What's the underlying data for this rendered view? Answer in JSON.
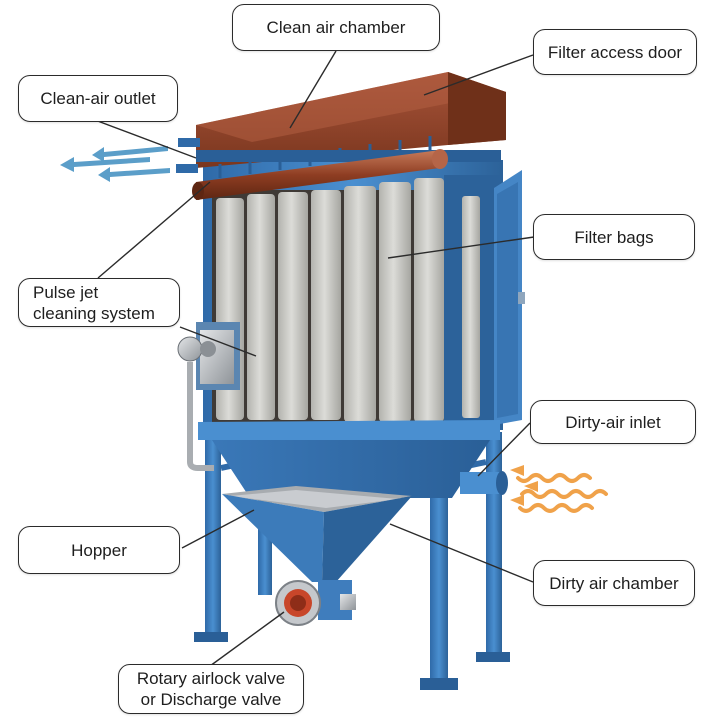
{
  "labels": {
    "clean_air_chamber": "Clean air chamber",
    "filter_access_door": "Filter access door",
    "clean_air_outlet": "Clean-air outlet",
    "filter_bags": "Filter bags",
    "pulse_jet_line1": "Pulse jet",
    "pulse_jet_line2": "cleaning system",
    "dirty_air_inlet": "Dirty-air inlet",
    "hopper": "Hopper",
    "dirty_air_chamber": "Dirty air chamber",
    "rotary_line1": "Rotary airlock valve",
    "rotary_line2": "or Discharge valve"
  },
  "colors": {
    "frame_blue": "#3d7fc0",
    "frame_dark": "#2a5f97",
    "chamber_rust": "#9a4a2c",
    "chamber_rust_dark": "#6f3019",
    "bag_grey": "#c9c9c6",
    "outlet_arrow": "#5b9ec9",
    "inlet_arrow": "#f0a24a",
    "valve_red": "#c8462a"
  }
}
